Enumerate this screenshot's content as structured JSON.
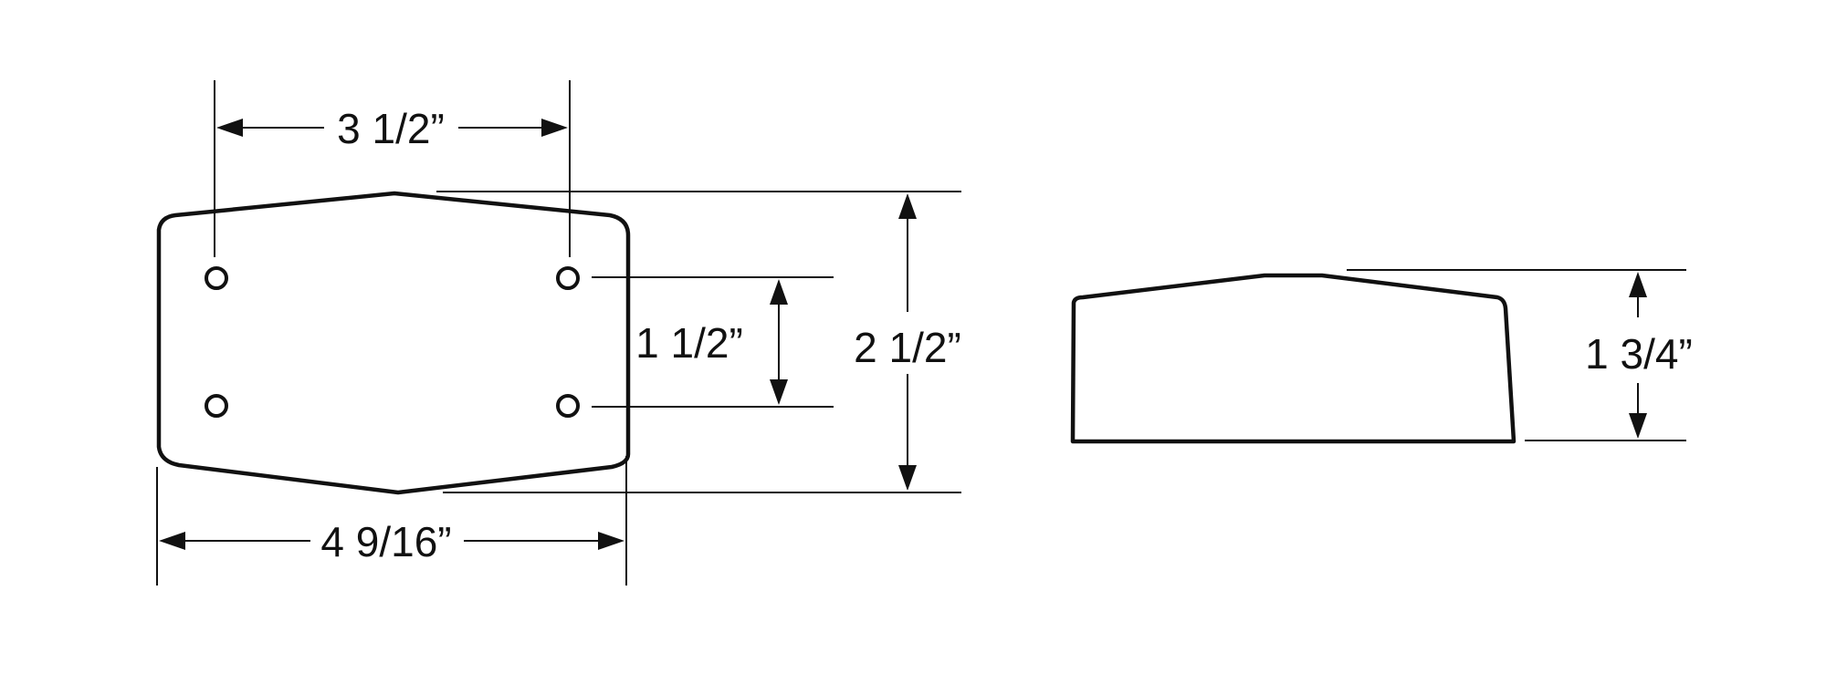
{
  "front_view": {
    "dim_hole_spacing_horizontal": "3 1/2”",
    "dim_hole_spacing_vertical": "1 1/2”",
    "dim_overall_height": "2 1/2”",
    "dim_overall_width": "4 9/16”"
  },
  "side_view": {
    "dim_height": "1 3/4”"
  }
}
